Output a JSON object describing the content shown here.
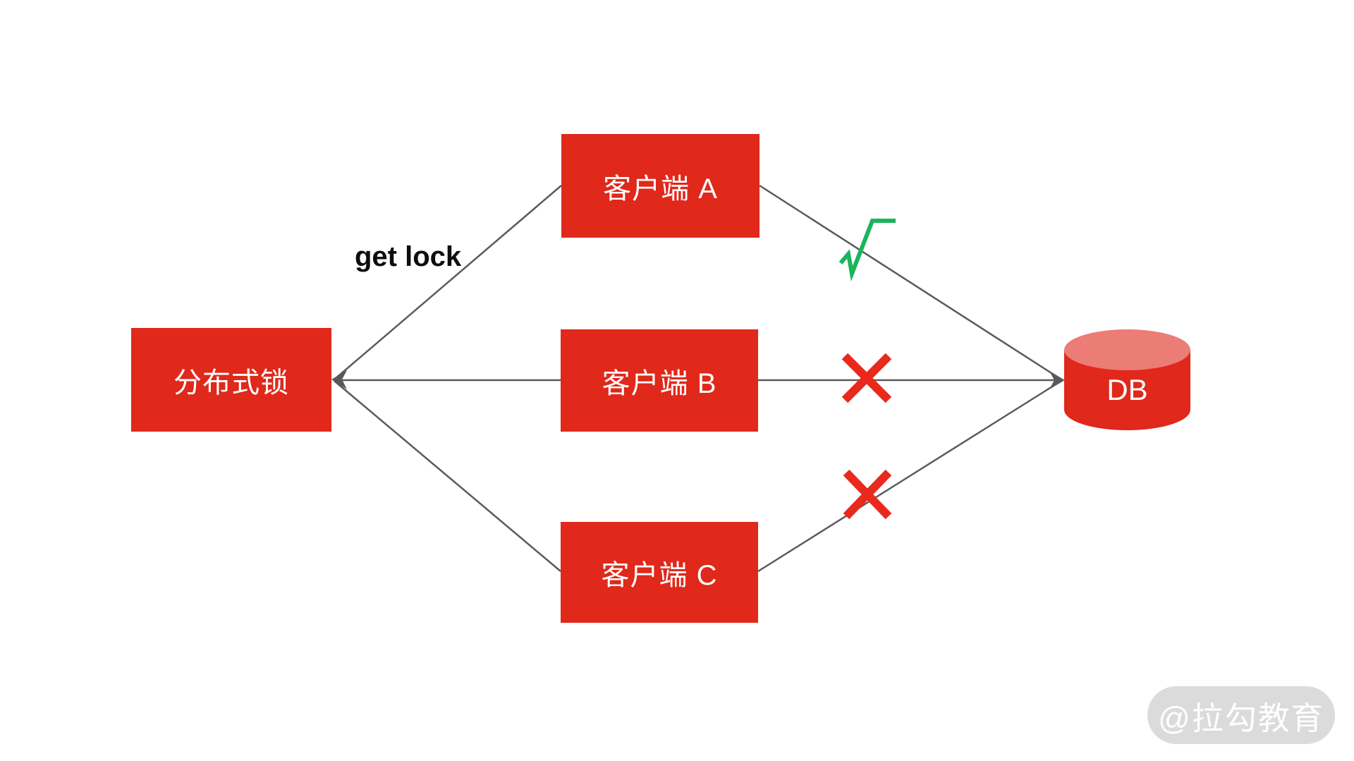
{
  "diagram": {
    "title_context": "distributed-lock-diagram",
    "nodes": {
      "lock": {
        "label": "分布式锁"
      },
      "clientA": {
        "label": "客户端 A"
      },
      "clientB": {
        "label": "客户端 B"
      },
      "clientC": {
        "label": "客户端 C"
      },
      "db": {
        "label": "DB"
      }
    },
    "edge_label": "get lock",
    "marks": {
      "success_symbol": "√",
      "fail_symbol": "✕"
    },
    "colors": {
      "node_fill": "#e0281b",
      "db_body_fill": "#e0281b",
      "db_top_fill": "#ec7d76",
      "connector": "#5a5a5a",
      "check_green": "#1cb45c",
      "cross_red": "#e8291c",
      "node_text": "#ffffff",
      "edge_label_text": "#0d0d0d",
      "watermark_bg": "#dbdbdb",
      "watermark_text": "#ffffff"
    }
  },
  "watermark": {
    "text": "@拉勾教育"
  }
}
